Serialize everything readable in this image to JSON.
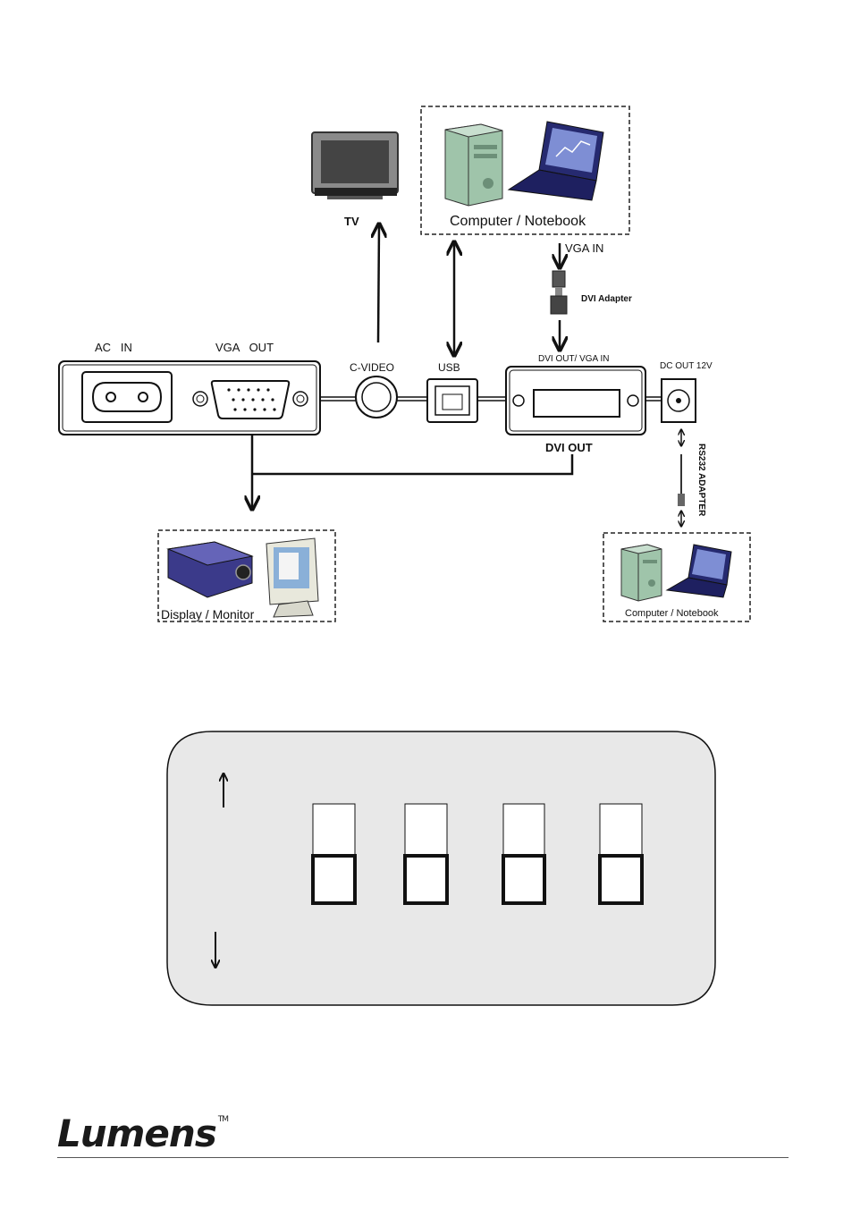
{
  "diagram": {
    "tv_label": "TV",
    "computer_top_label": "Computer / Notebook",
    "vga_in_label": "VGA IN",
    "dvi_adapter_label": "DVI Adapter",
    "ac_in_label": "AC   IN",
    "vga_out_label": "VGA   OUT",
    "c_video_label": "C-VIDEO",
    "usb_label": "USB",
    "dvi_out_vga_in_label": "DVI OUT/ VGA IN",
    "dc_out_label": "DC OUT 12V",
    "dvi_out_label": "DVI OUT",
    "rs232_label": "RS232 ADAPTER",
    "display_monitor_label": "Display / Monitor",
    "computer_bottom_label": "Computer / Notebook"
  },
  "dip_switch": {
    "switch_count": 4
  },
  "footer": {
    "brand": "Lumens",
    "trademark": "TM"
  },
  "colors": {
    "line": "#111111",
    "projector": "#3b3a8a",
    "pc_case": "#8fb49a",
    "tv_screen": "#555555"
  }
}
